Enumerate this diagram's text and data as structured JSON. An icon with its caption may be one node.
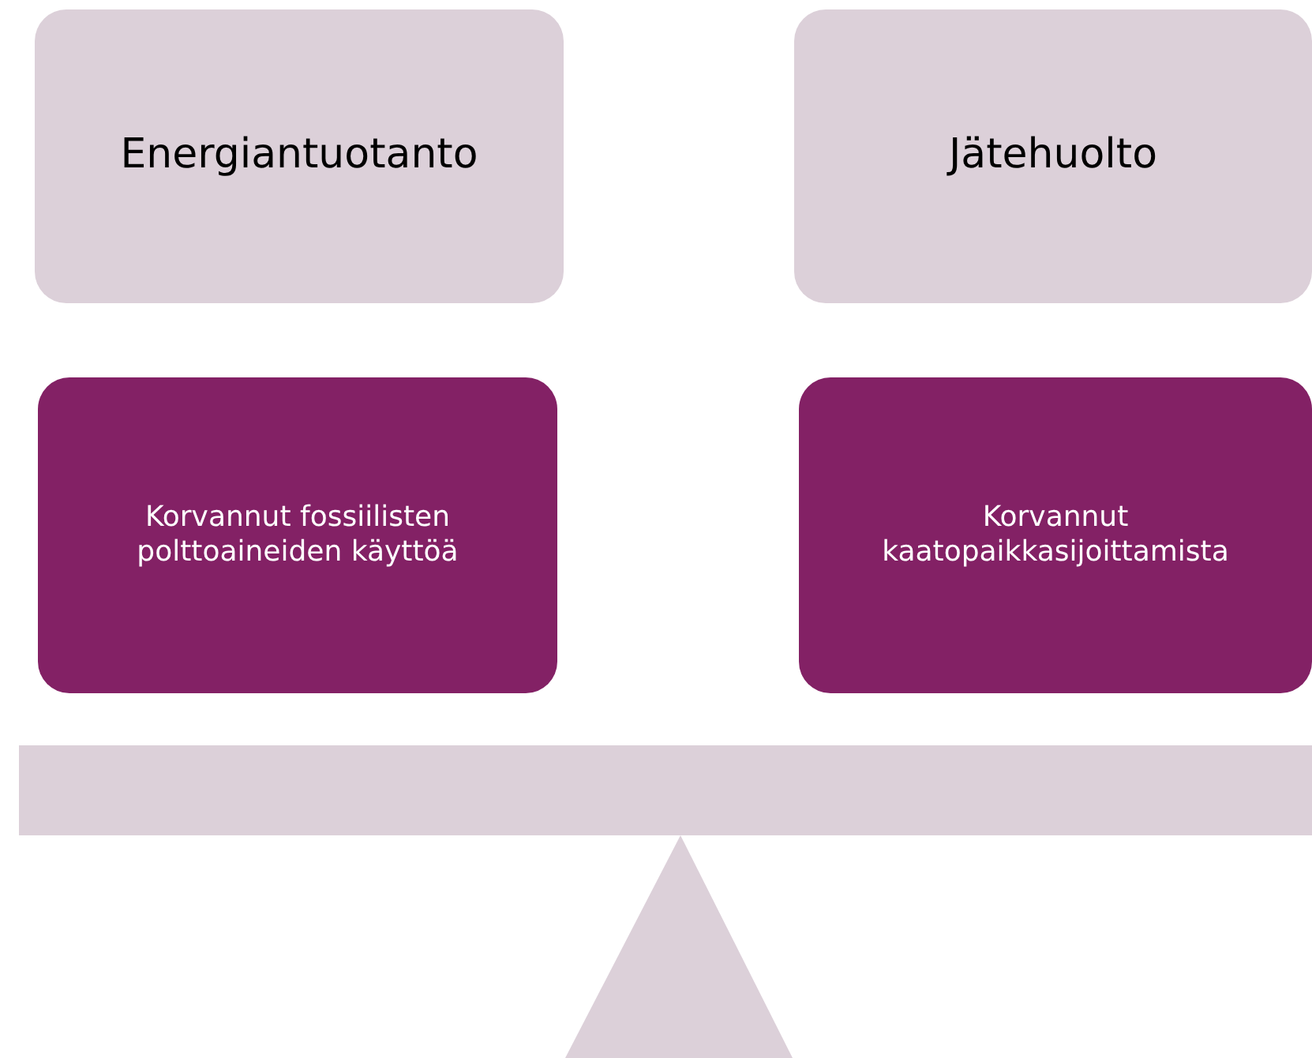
{
  "diagram": {
    "nodes": [
      {
        "text": [
          "Energiantuotanto"
        ]
      },
      {
        "text": [
          "Jätehuolto"
        ]
      },
      {
        "text": [
          "Korvannut fossiilisten polttoaineiden käyttöä"
        ]
      },
      {
        "text": [
          "Korvannut kaatopaikkasijoittamista"
        ]
      }
    ]
  }
}
